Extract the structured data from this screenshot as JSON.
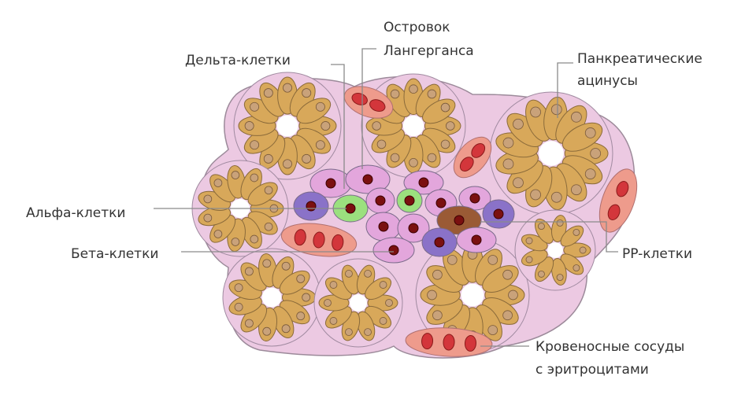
{
  "labels": {
    "islet_line1": "Островок",
    "islet_line2": "Лангерганса",
    "delta": "Дельта-клетки",
    "acini_line1": "Панкреатические",
    "acini_line2": "ацинусы",
    "alpha": "Альфа-клетки",
    "beta": "Бета-клетки",
    "pp": "PP-клетки",
    "vessels_line1": "Кровеносные сосуды",
    "vessels_line2": "с эритроцитами"
  },
  "colors": {
    "tissue": "#ecc9e2",
    "acinar_cell": "#d8a85a",
    "beta_cell": "#e3a6dc",
    "alpha_cell": "#9be07e",
    "delta_cell": "#8a72c8",
    "pp_cell": "#9a5a35",
    "vessel": "#ee9b8c",
    "erythrocyte": "#d3363b"
  }
}
